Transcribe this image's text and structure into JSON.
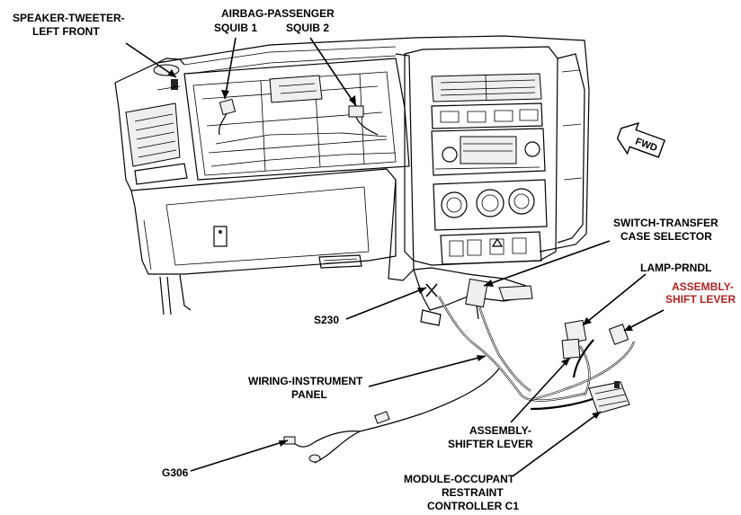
{
  "labels": {
    "speaker_line1": "SPEAKER-TWEETER-",
    "speaker_line2": "LEFT FRONT",
    "airbag_line1": "AIRBAG-PASSENGER",
    "airbag_squib1": "SQUIB 1",
    "airbag_squib2": "SQUIB 2",
    "switch_line1": "SWITCH-TRANSFER",
    "switch_line2": "CASE SELECTOR",
    "lamp": "LAMP-PRNDL",
    "assembly_shift_line1": "ASSEMBLY-",
    "assembly_shift_line2": "SHIFT LEVER",
    "s230": "S230",
    "wiring_line1": "WIRING-INSTRUMENT",
    "wiring_line2": "PANEL",
    "shifter_line1": "ASSEMBLY-",
    "shifter_line2": "SHIFTER LEVER",
    "g306": "G306",
    "module_line1": "MODULE-OCCUPANT",
    "module_line2": "RESTRAINT",
    "module_line3": "CONTROLLER C1",
    "fwd": "FWD"
  },
  "colors": {
    "highlight_label": "#b22222",
    "line": "#000000"
  },
  "icons": {
    "forward_arrow": "fwd-arrow-icon"
  }
}
